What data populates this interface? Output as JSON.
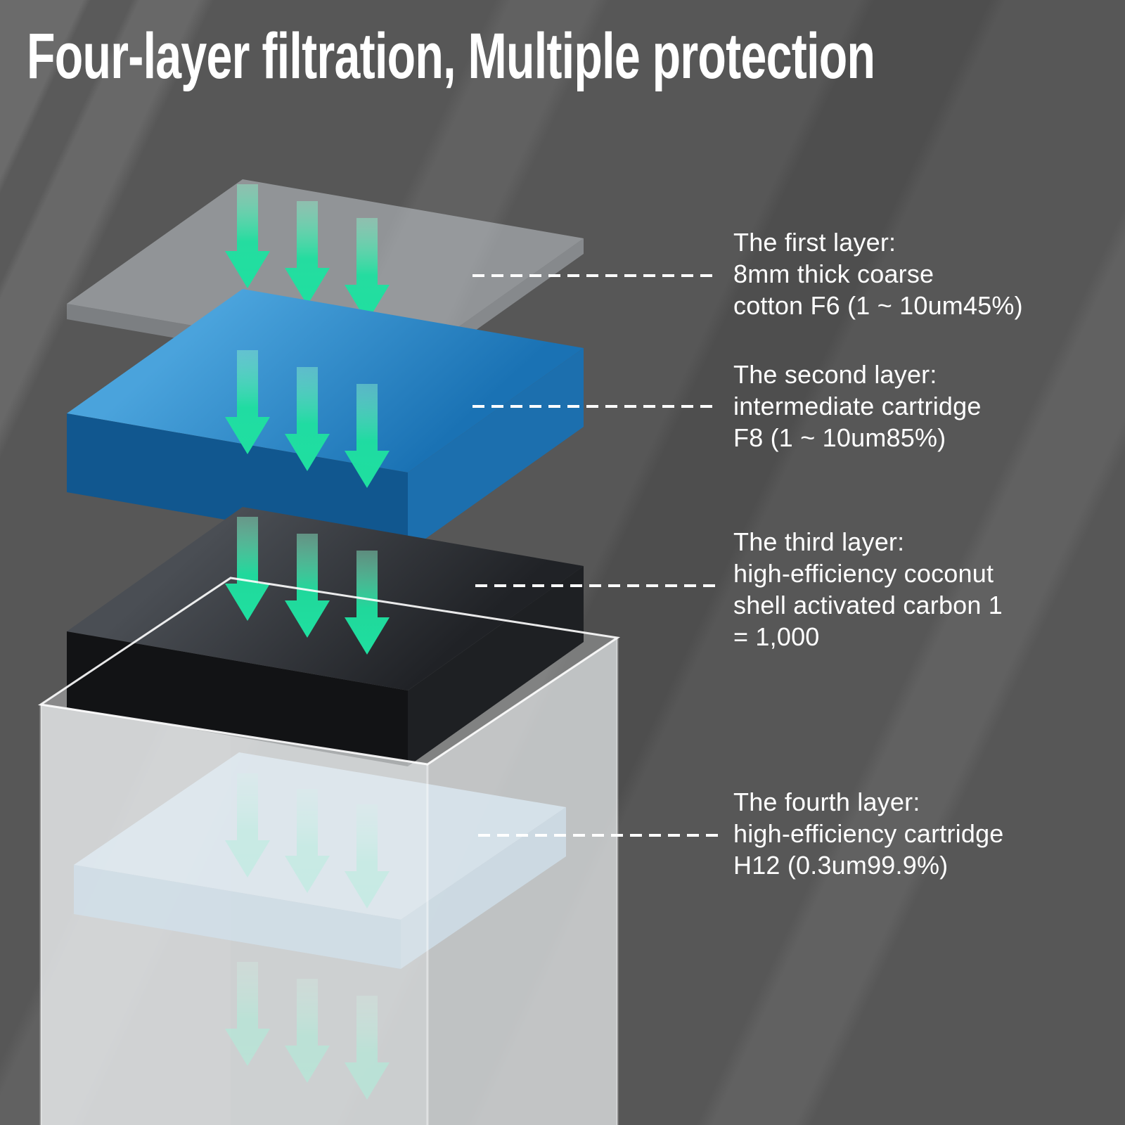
{
  "title": "Four-layer filtration, Multiple protection",
  "annotations": [
    {
      "heading": "The first layer:",
      "body": "8mm thick coarse\ncotton F6 (1 ~ 10um45%)"
    },
    {
      "heading": "The second layer:",
      "body": "intermediate cartridge\nF8 (1 ~ 10um85%)"
    },
    {
      "heading": "The third layer:",
      "body": "high-efficiency coconut\nshell activated carbon 1\n= 1,000"
    },
    {
      "heading": "The fourth layer:",
      "body": "high-efficiency cartridge\nH12 (0.3um99.9%)"
    }
  ],
  "layers": [
    {
      "name": "coarse cotton pre-filter"
    },
    {
      "name": "intermediate cartridge"
    },
    {
      "name": "coconut shell activated carbon"
    },
    {
      "name": "high-efficiency cartridge"
    }
  ],
  "colors": {
    "background": "#575757",
    "title_text": "#ffffff",
    "annotation_text": "#ffffff",
    "leader_line": "#ffffff",
    "arrow_green_light": "#8cf2cb",
    "arrow_green": "#1fe0a0",
    "layer1_gray": "#ccd2d8",
    "layer2_blue_light": "#4aa3dc",
    "layer2_blue": "#1a72b4",
    "layer3_top_light": "#4a4e54",
    "layer3_top_dark": "#202226",
    "layer4_blue_pale": "#bcd8ec",
    "housing_white": "#f2f4f6"
  }
}
